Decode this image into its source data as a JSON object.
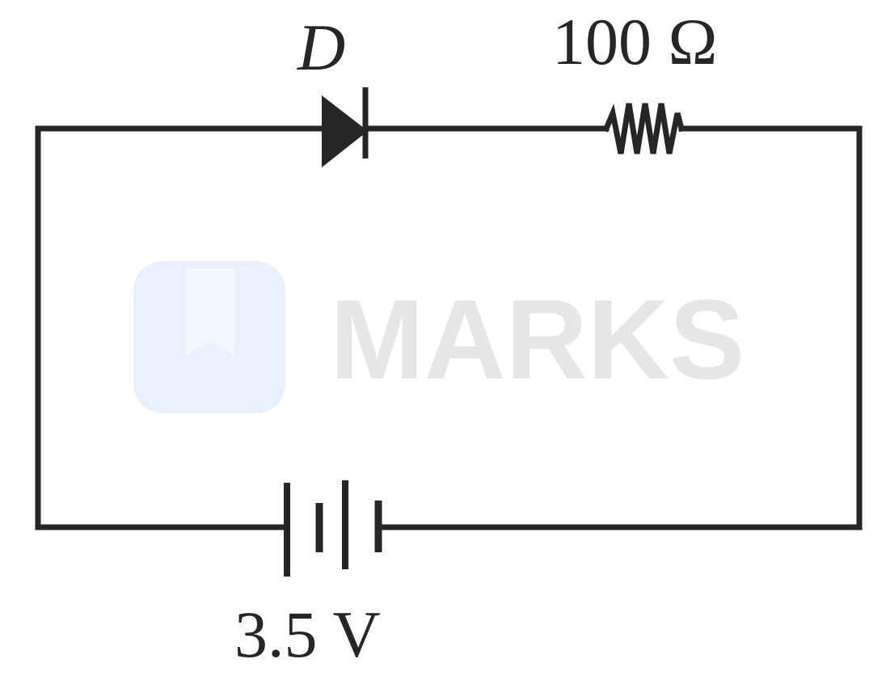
{
  "diagram": {
    "diode_label": "D",
    "resistor_label": "100 Ω",
    "battery_label": "3.5 V"
  },
  "watermark": {
    "brand_text": "MARKS",
    "logo_color": "#e6f1fb",
    "text_color": "#e6e6e9"
  },
  "colors": {
    "wire": "#262626",
    "background": "#ffffff"
  }
}
